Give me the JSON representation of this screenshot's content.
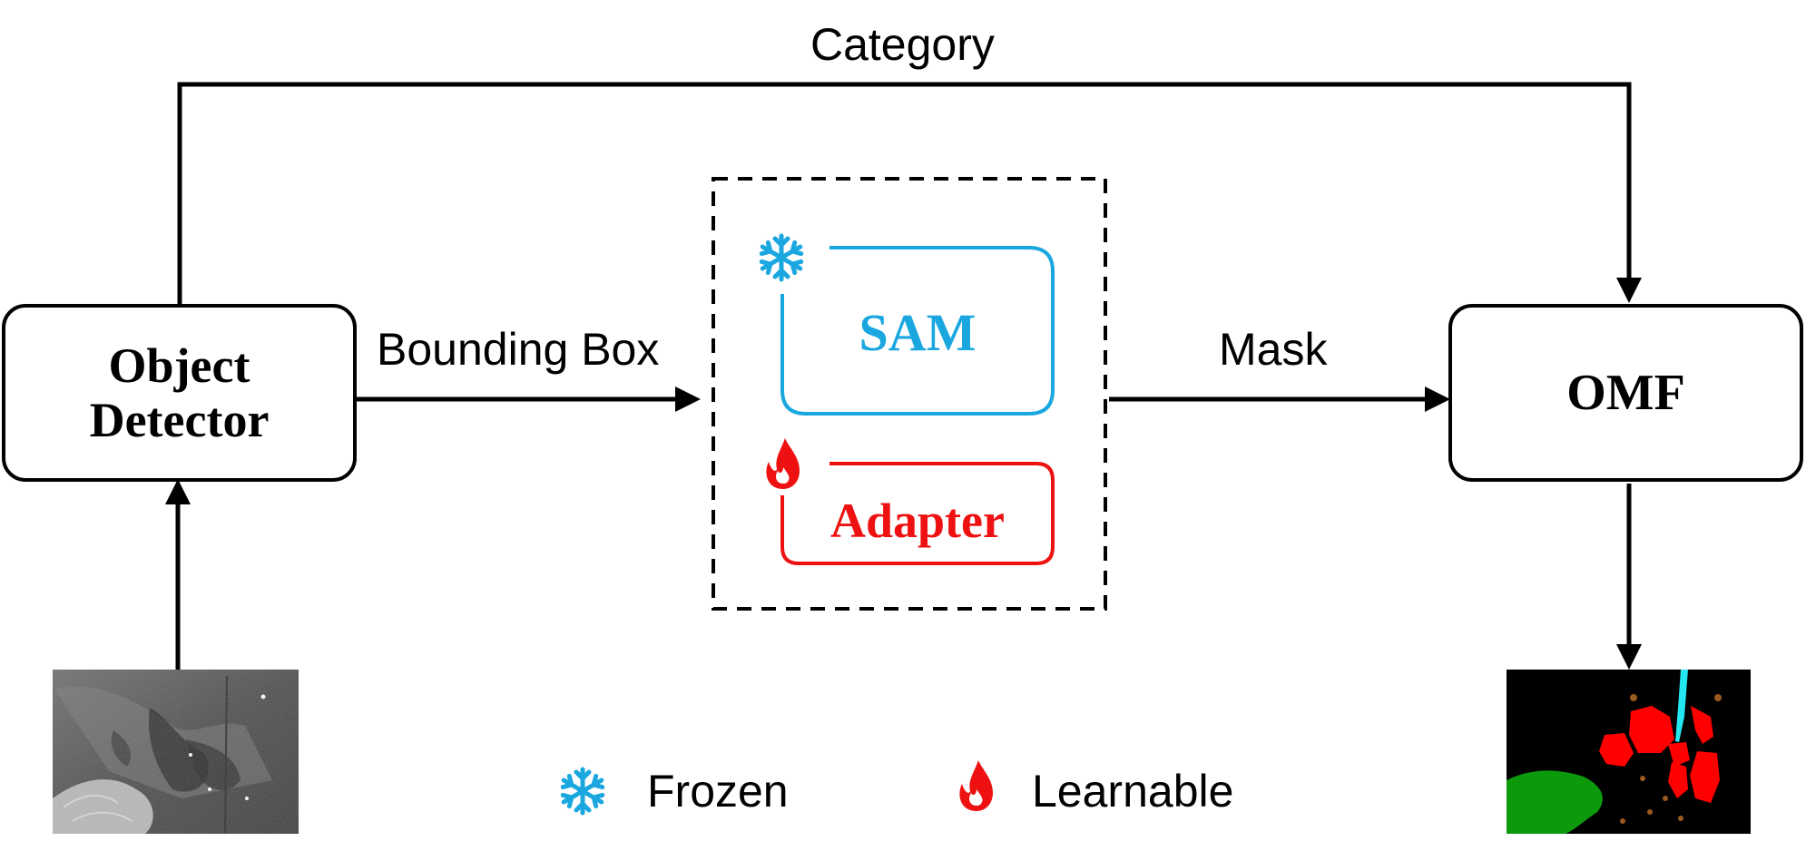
{
  "nodes": {
    "object_detector": {
      "line1": "Object",
      "line2": "Detector"
    },
    "sam": "SAM",
    "adapter": "Adapter",
    "omf": "OMF"
  },
  "edges": {
    "category": "Category",
    "bounding_box": "Bounding Box",
    "mask": "Mask"
  },
  "legend": {
    "frozen": "Frozen",
    "learnable": "Learnable"
  },
  "icons": {
    "frozen": "snowflake-icon",
    "learnable": "flame-icon"
  },
  "colors": {
    "frozen": "#1aa7e0",
    "learnable": "#ee1111",
    "stroke": "#000000",
    "mask_background": "#000000",
    "mask_red": "#ff0000",
    "mask_green": "#0c9a0c",
    "mask_cyan": "#22e6f0",
    "mask_brown": "#9a5a20"
  }
}
